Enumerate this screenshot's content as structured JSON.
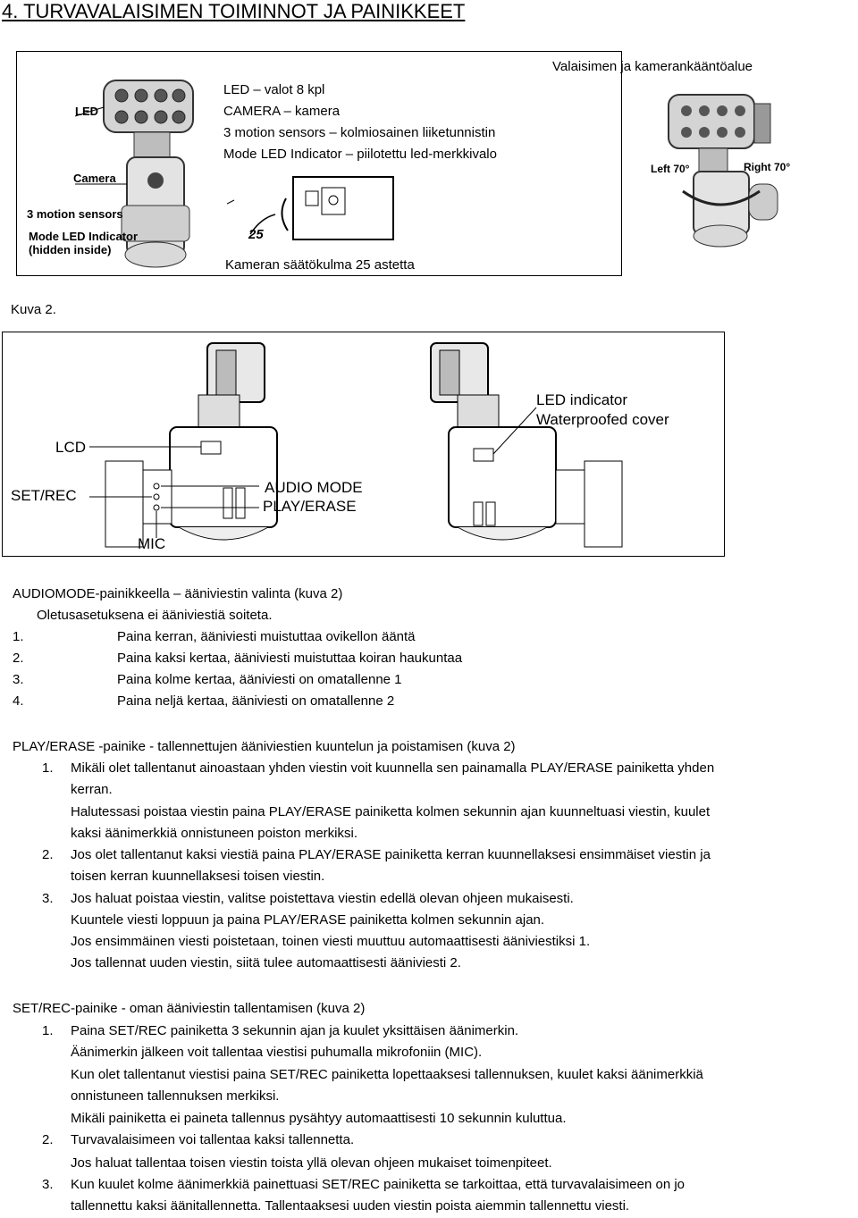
{
  "heading": "4. TURVAVALAISIMEN TOIMINNOT JA PAINIKKEET",
  "figure1": {
    "photo_labels": {
      "led": "LED",
      "camera": "Camera",
      "sensors": "3 motion sensors",
      "mode_led_1": "Mode LED Indicator",
      "mode_led_2": "(hidden inside)"
    },
    "legend": [
      "LED – valot 8 kpl",
      "CAMERA – kamera",
      "3 motion sensors – kolmiosainen liiketunnistin",
      "Mode LED Indicator – piilotettu led-merkkivalo"
    ],
    "angle_label": "25",
    "angle_caption": "Kameran säätökulma 25 astetta",
    "rotation_caption": "Valaisimen ja kamerankääntöalue",
    "left_label": "Left 70°",
    "right_label": "Right 70°"
  },
  "figure_caption": "Kuva 2.",
  "figure2": {
    "lcd": "LCD",
    "set_rec": "SET/REC",
    "audio_mode": "AUDIO MODE",
    "play_erase": "PLAY/ERASE",
    "mic": "MIC",
    "led_indicator": "LED indicator",
    "waterproof": "Waterproofed cover"
  },
  "audiomode": {
    "title": "AUDIOMODE-painikkeella – ääniviestin valinta (kuva 2)",
    "default": "Oletusasetuksena ei ääniviestiä soiteta.",
    "items": [
      {
        "num": "1.",
        "text": "Paina kerran, ääniviesti muistuttaa ovikellon ääntä"
      },
      {
        "num": "2.",
        "text": "Paina kaksi kertaa, ääniviesti muistuttaa koiran haukuntaa"
      },
      {
        "num": "3.",
        "text": "Paina kolme kertaa, ääniviesti on omatallenne 1"
      },
      {
        "num": "4.",
        "text": "Paina neljä kertaa, ääniviesti on omatallenne 2"
      }
    ]
  },
  "playerase": {
    "title": "PLAY/ERASE -painike - tallennettujen ääniviestien kuuntelun ja poistamisen (kuva 2)",
    "items": [
      {
        "num": "1.",
        "lines": [
          "Mikäli olet tallentanut ainoastaan yhden viestin voit kuunnella sen painamalla PLAY/ERASE painiketta yhden",
          "kerran.",
          "Halutessasi poistaa viestin paina PLAY/ERASE painiketta kolmen sekunnin ajan kuunneltuasi viestin, kuulet",
          "kaksi äänimerkkiä onnistuneen poiston merkiksi."
        ]
      },
      {
        "num": "2.",
        "lines": [
          "Jos olet tallentanut kaksi viestiä paina PLAY/ERASE painiketta kerran kuunnellaksesi ensimmäiset viestin ja",
          "toisen kerran kuunnellaksesi toisen viestin."
        ]
      },
      {
        "num": "3.",
        "lines": [
          "Jos haluat poistaa viestin, valitse poistettava viestin edellä olevan ohjeen mukaisesti.",
          "Kuuntele viesti loppuun ja paina PLAY/ERASE painiketta kolmen sekunnin ajan.",
          "Jos ensimmäinen viesti poistetaan, toinen viesti muuttuu automaattisesti ääniviestiksi 1.",
          "Jos tallennat uuden viestin, siitä tulee automaattisesti ääniviesti 2."
        ]
      }
    ]
  },
  "setrec": {
    "title": "SET/REC-painike - oman ääniviestin tallentamisen (kuva 2)",
    "items": [
      {
        "num": "1.",
        "lines": [
          "Paina SET/REC painiketta 3 sekunnin ajan ja kuulet yksittäisen äänimerkin.",
          "Äänimerkin jälkeen voit tallentaa viestisi puhumalla mikrofoniin (MIC).",
          "Kun olet tallentanut viestisi paina SET/REC painiketta lopettaaksesi tallennuksen, kuulet kaksi äänimerkkiä",
          "onnistuneen tallennuksen merkiksi.",
          "Mikäli painiketta ei paineta tallennus pysähtyy automaattisesti 10 sekunnin kuluttua."
        ]
      },
      {
        "num": "2.",
        "lines": [
          "Turvavalaisimeen voi tallentaa kaksi tallennetta.",
          "Jos haluat tallentaa toisen viestin toista yllä olevan ohjeen mukaiset toimenpiteet."
        ]
      },
      {
        "num": "3.",
        "lines": [
          "Kun kuulet kolme äänimerkkiä painettuasi SET/REC painiketta se tarkoittaa, että turvavalaisimeen on jo",
          "tallennettu kaksi äänitallennetta. Tallentaaksesi uuden viestin poista aiemmin tallennettu viesti."
        ]
      }
    ]
  }
}
